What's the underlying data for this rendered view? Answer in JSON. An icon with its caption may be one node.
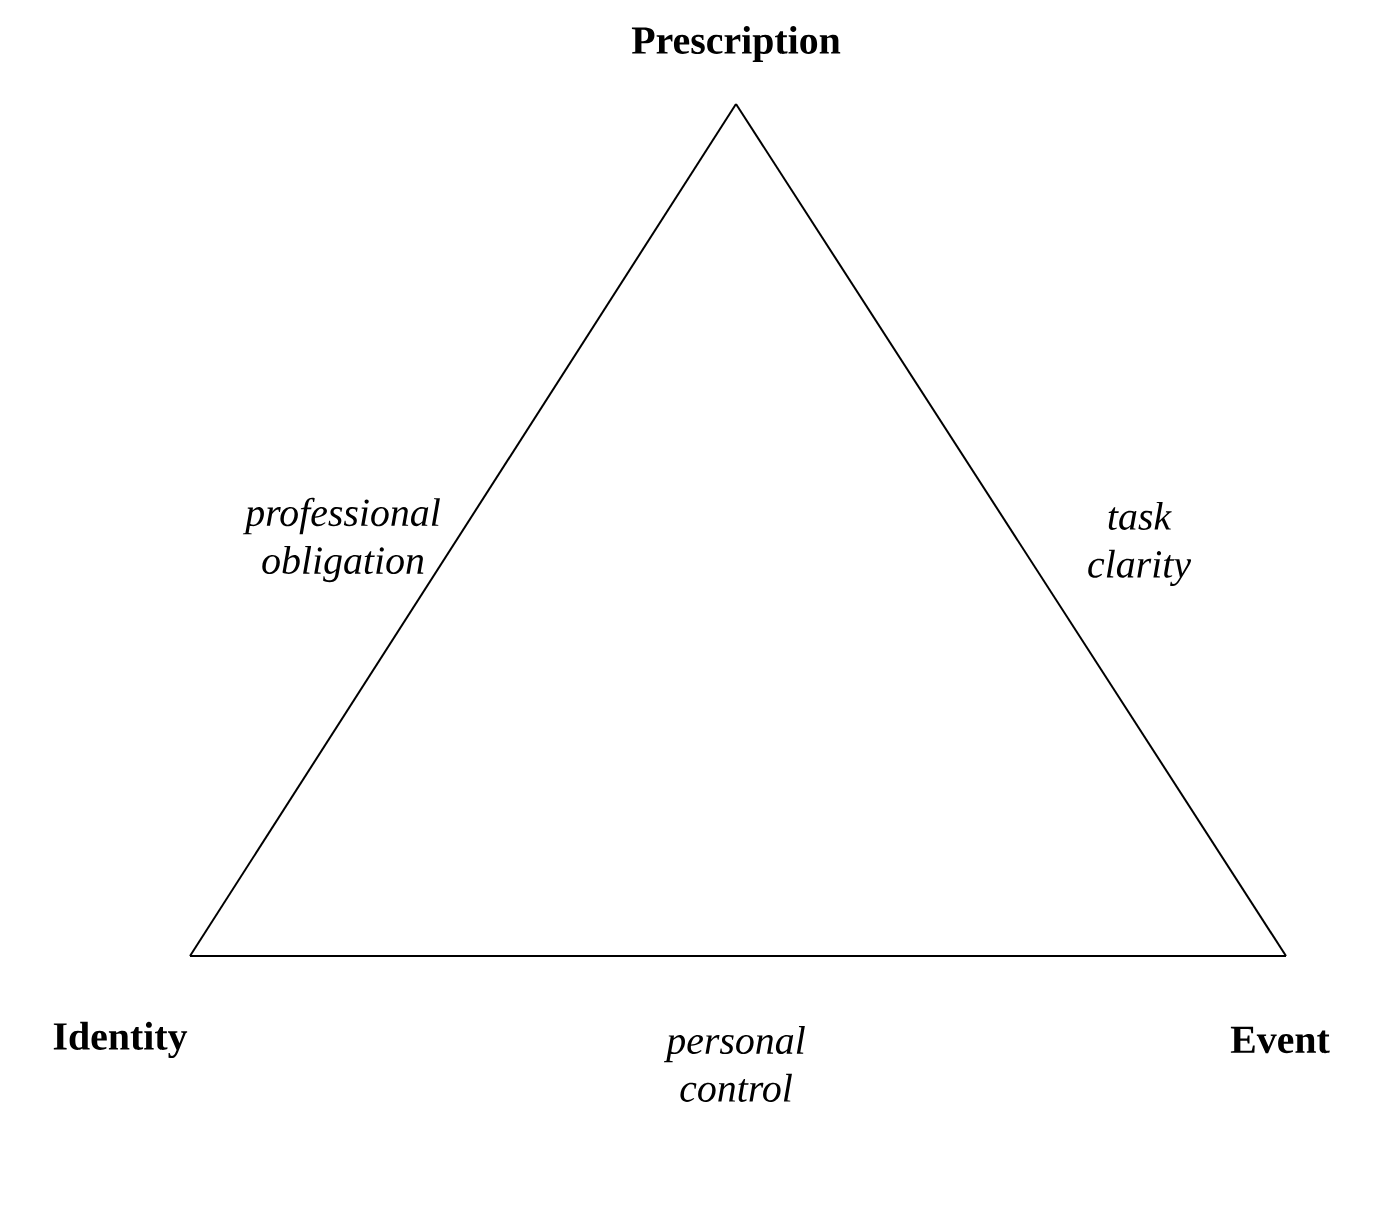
{
  "diagram": {
    "nodes": [
      {
        "text": [
          "Prescription"
        ]
      },
      {
        "text": [
          "Identity"
        ]
      },
      {
        "text": [
          "Event"
        ]
      }
    ],
    "edges": [
      {
        "from": 0,
        "to": 1,
        "arrow": "none",
        "label": "professional obligation"
      },
      {
        "from": 0,
        "to": 2,
        "arrow": "none",
        "label": "task clarity"
      },
      {
        "from": 1,
        "to": 2,
        "arrow": "none",
        "label": "personal control"
      }
    ]
  }
}
